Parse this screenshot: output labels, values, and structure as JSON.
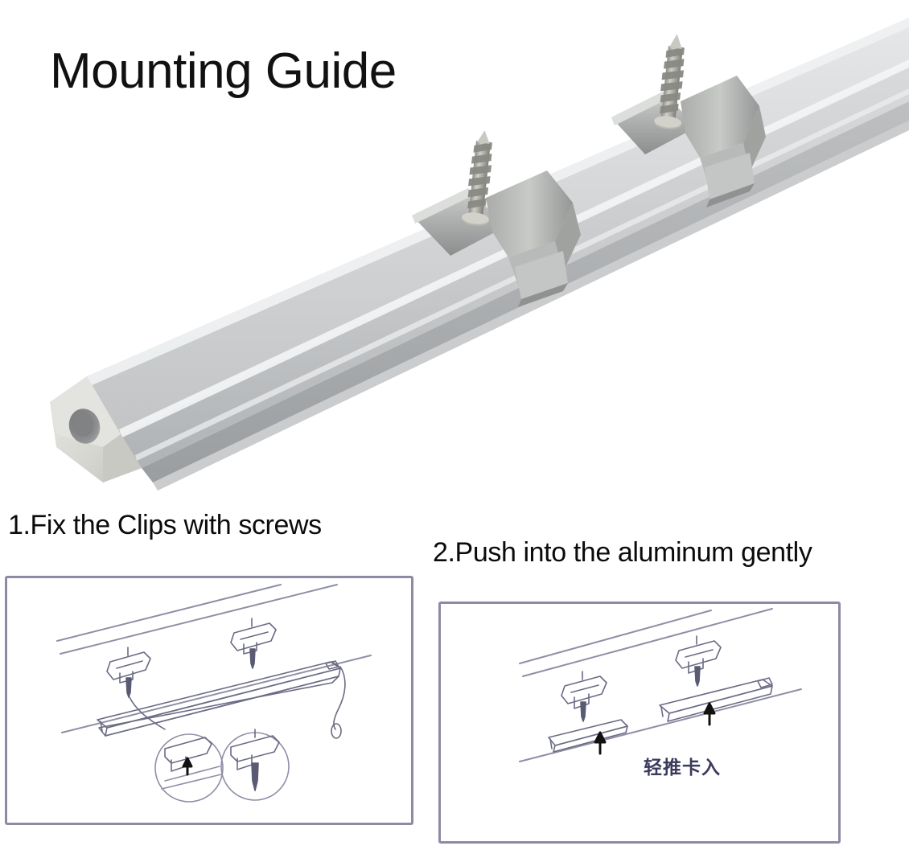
{
  "page": {
    "title": "Mounting Guide",
    "background_color": "#ffffff"
  },
  "hero_photo": {
    "subject": "aluminum-led-channel-with-mounting-clips",
    "description": "Silver aluminum LED channel profile shown at an angle with two metal spring mounting clips and self-tapping screws attached, white end cap with cable hole at the lower-left end",
    "colors": {
      "aluminum_top": "#d9dadb",
      "aluminum_face": "#c3c5c7",
      "aluminum_shadow": "#a8abad",
      "highlight": "#f2f3f4",
      "endcap": "#dcdcd8",
      "endcap_hole": "#8e9092",
      "clip_metal": "#b9bbb9",
      "clip_metal_dark": "#8d908e",
      "screw": "#b4b4ae"
    }
  },
  "steps": [
    {
      "index": "1",
      "caption": "1.Fix the Clips with screws",
      "panel_name": "step-1-diagram",
      "diagram": {
        "description": "Line drawing: ceiling surface with two clips screwed in place and the LED channel below; two circular detail callouts show the clip cross-section and the screw",
        "callouts": 2,
        "clips": 2,
        "line_color": "#6b6b85",
        "border_color": "#8b8ba4"
      }
    },
    {
      "index": "2",
      "caption": "2.Push into the aluminum gently",
      "panel_name": "step-2-diagram",
      "diagram": {
        "description": "Line drawing: two mounted clips on the ceiling with the aluminum channel being pushed upward into them, indicated by two black up arrows",
        "clips": 2,
        "arrows": 2,
        "note": "轻推卡入",
        "note_color": "#3b3b5c",
        "line_color": "#6b6b85",
        "border_color": "#8b8ba4"
      }
    }
  ]
}
